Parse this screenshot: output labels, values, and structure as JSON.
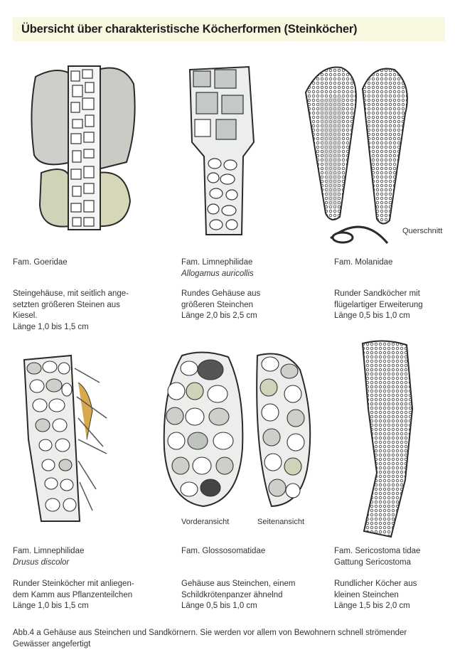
{
  "title": "Übersicht über charakteristische Köcherformen (Steinköcher)",
  "entries": [
    {
      "family": "Fam. Goeridae",
      "species": "",
      "description": [
        "Steingehäuse, mit seitlich ange-",
        "setzten größeren Steinen aus",
        "Kiesel.",
        "Länge 1,0 bis 1,5 cm"
      ]
    },
    {
      "family": "Fam. Limnephilidae",
      "species": "Allogamus auricollis",
      "description": [
        "Rundes Gehäuse aus",
        "größeren Steinchen",
        "Länge 2,0 bis 2,5 cm"
      ]
    },
    {
      "family": "Fam. Molanidae",
      "species": "",
      "description": [
        "Runder Sandköcher mit",
        "flügelartiger Erweiterung",
        "Länge 0,5 bis 1,0 cm"
      ]
    },
    {
      "family": "Fam. Limnephilidae",
      "species": "Drusus discolor",
      "description": [
        "Runder Steinköcher mit anliegen-",
        "dem Kamm aus Pflanzenteilchen",
        "Länge 1,0 bis 1,5 cm"
      ]
    },
    {
      "family": "Fam. Glossosomatidae",
      "species": "",
      "description": [
        "Gehäuse aus Steinchen, einem",
        "Schildkrötenpanzer ähnelnd",
        "Länge 0,5 bis 1,0 cm"
      ]
    },
    {
      "family": "Fam. Sericostoma tidae",
      "species": "Gattung Sericostoma",
      "description": [
        "Rundlicher Köcher aus",
        "kleinen Steinchen",
        "Länge 1,5 bis 2,0 cm"
      ]
    }
  ],
  "labels": {
    "cross_section": "Querschnitt",
    "front_view": "Vorderansicht",
    "side_view": "Seitenansicht"
  },
  "caption": {
    "line1": "Abb.4 a  Gehäuse aus Steinchen und Sandkörnern. Sie werden vor allem von Bewohnern schnell strömender",
    "line2": "Gewässer angefertigt"
  },
  "colors": {
    "title_bg": "#f8f7df",
    "stone_gray": "#c9ccc8",
    "stone_green": "#cfd3b8",
    "outline": "#2a2a2a"
  }
}
